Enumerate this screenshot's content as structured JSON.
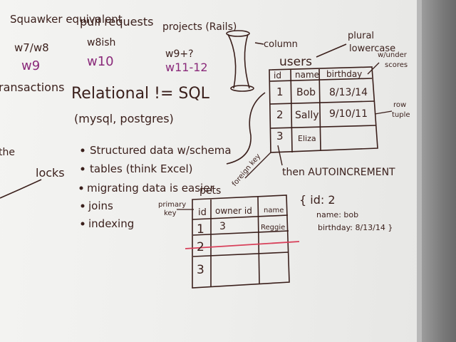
{
  "photo": {
    "subject": "whiteboard"
  },
  "top_notes": [
    {
      "title": "Squawker equivalent",
      "line2": "w7/w8",
      "week": "w9"
    },
    {
      "title": "pull requests",
      "line2": "w8ish",
      "week": "w10"
    },
    {
      "title": "projects (Rails)",
      "line2": "w9+?",
      "week": "w11-12"
    }
  ],
  "left_edge": {
    "transactions": "ransactions",
    "the": "the",
    "locks": "locks"
  },
  "heading": {
    "title": "Relational != SQL",
    "subtitle": "(mysql, postgres)"
  },
  "bullets": [
    "Structured data w/schema",
    "tables (think Excel)",
    "migrating data is easier",
    "joins",
    "indexing"
  ],
  "annotations": {
    "column": "column",
    "plural": "plural lowercase",
    "underscores": "w/under scores",
    "row": "row tuple",
    "autoincrement": "then AUTOINCREMENT",
    "foreign_key": "foreign key",
    "primary_key": "primary key"
  },
  "users_table": {
    "name": "users",
    "columns": [
      "id",
      "name",
      "birthday"
    ],
    "rows": [
      [
        "1",
        "Bob",
        "8/13/14"
      ],
      [
        "2",
        "Sally",
        "9/10/11"
      ],
      [
        "3",
        "Eliza",
        ""
      ]
    ]
  },
  "pets_table": {
    "name": "pets",
    "columns": [
      "id",
      "owner id",
      "name"
    ],
    "rows": [
      [
        "1",
        "3",
        "Reggie"
      ],
      [
        "2",
        "",
        ""
      ],
      [
        "3",
        "",
        ""
      ]
    ]
  },
  "json_note": {
    "line1": "{ id: 2",
    "line2": "name: bob",
    "line3": "birthday: 8/13/14 }"
  }
}
